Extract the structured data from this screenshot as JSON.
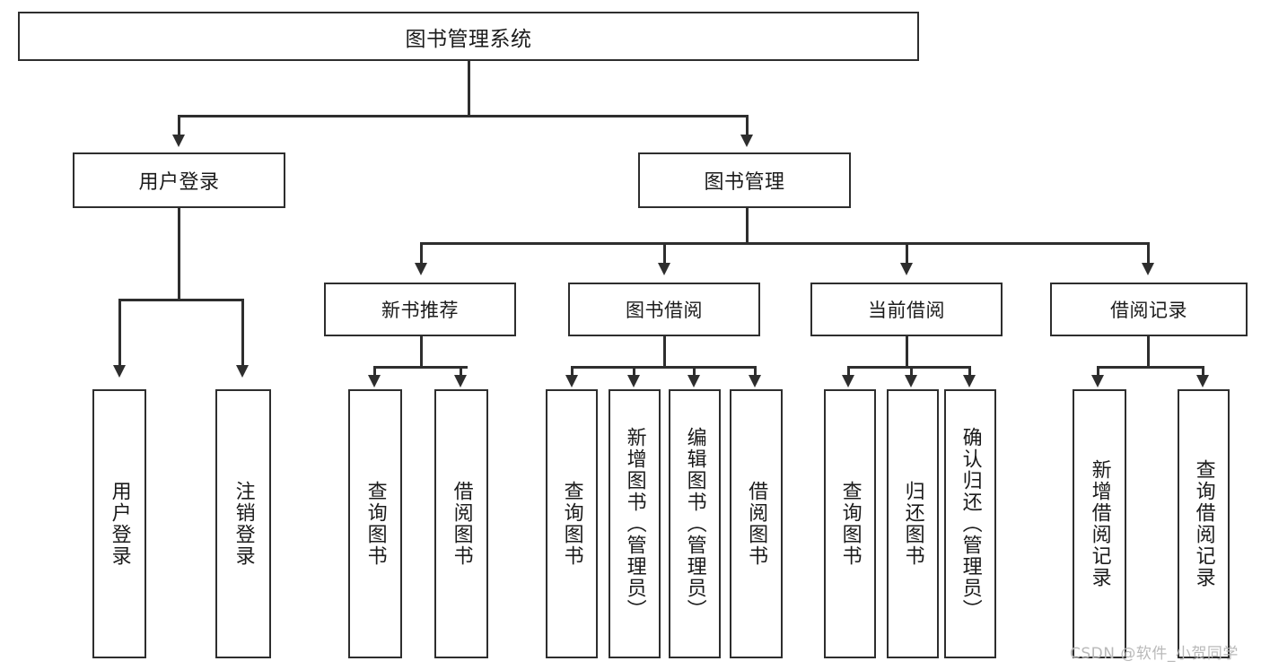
{
  "diagram": {
    "title": "图书管理系统",
    "type": "hierarchy-tree",
    "root": {
      "label": "图书管理系统"
    },
    "level2": [
      {
        "label": "用户登录"
      },
      {
        "label": "图书管理"
      }
    ],
    "level3": [
      {
        "label": "新书推荐"
      },
      {
        "label": "图书借阅"
      },
      {
        "label": "当前借阅"
      },
      {
        "label": "借阅记录"
      }
    ],
    "leaves": {
      "user_login": [
        {
          "label": "用户登录"
        },
        {
          "label": "注销登录"
        }
      ],
      "new_book_recommend": [
        {
          "label": "查询图书"
        },
        {
          "label": "借阅图书"
        }
      ],
      "book_borrow": [
        {
          "label": "查询图书"
        },
        {
          "label": "新增图书（管理员）"
        },
        {
          "label": "编辑图书（管理员）"
        },
        {
          "label": "借阅图书"
        }
      ],
      "current_borrow": [
        {
          "label": "查询图书"
        },
        {
          "label": "归还图书"
        },
        {
          "label": "确认归还（管理员）"
        }
      ],
      "borrow_record": [
        {
          "label": "新增借阅记录"
        },
        {
          "label": "查询借阅记录"
        }
      ]
    }
  },
  "watermark": {
    "text": "CSDN @软件_小贺同学"
  },
  "colors": {
    "stroke": "#2e2e2e",
    "background": "#ffffff",
    "text": "#1b1b1b",
    "watermark": "#b9b9b9"
  }
}
